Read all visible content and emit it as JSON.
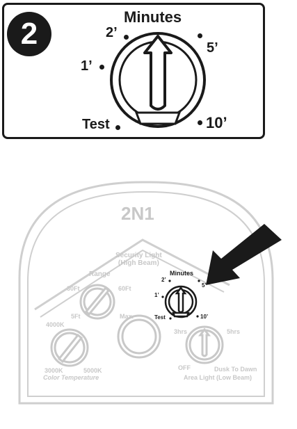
{
  "step": {
    "number": "2",
    "dial_title": "Minutes",
    "positions": {
      "two": "2’",
      "five": "5’",
      "one": "1’",
      "test": "Test",
      "ten": "10’"
    }
  },
  "device": {
    "brand": "2N1",
    "security_light_label": "Security Light\n(High Beam)",
    "range": {
      "title": "Range",
      "left": "30Ft",
      "right": "60Ft",
      "bottom_left": "5Ft",
      "bottom_right": "Max."
    },
    "minutes": {
      "title": "Minutes",
      "two": "2’",
      "five": "5’",
      "one": "1’",
      "test": "Test",
      "ten": "10’"
    },
    "color_temp": {
      "left_top": "4000K",
      "left_bottom": "3000K",
      "right_bottom": "5000K",
      "title": "Color Temperature"
    },
    "area_light": {
      "left": "3hrs",
      "right": "5hrs",
      "bottom_left": "OFF",
      "bottom_right": "Dusk To Dawn",
      "title": "Area Light (Low Beam)"
    }
  },
  "colors": {
    "ink": "#1a1a1a",
    "faded": "#c8c8c8"
  }
}
